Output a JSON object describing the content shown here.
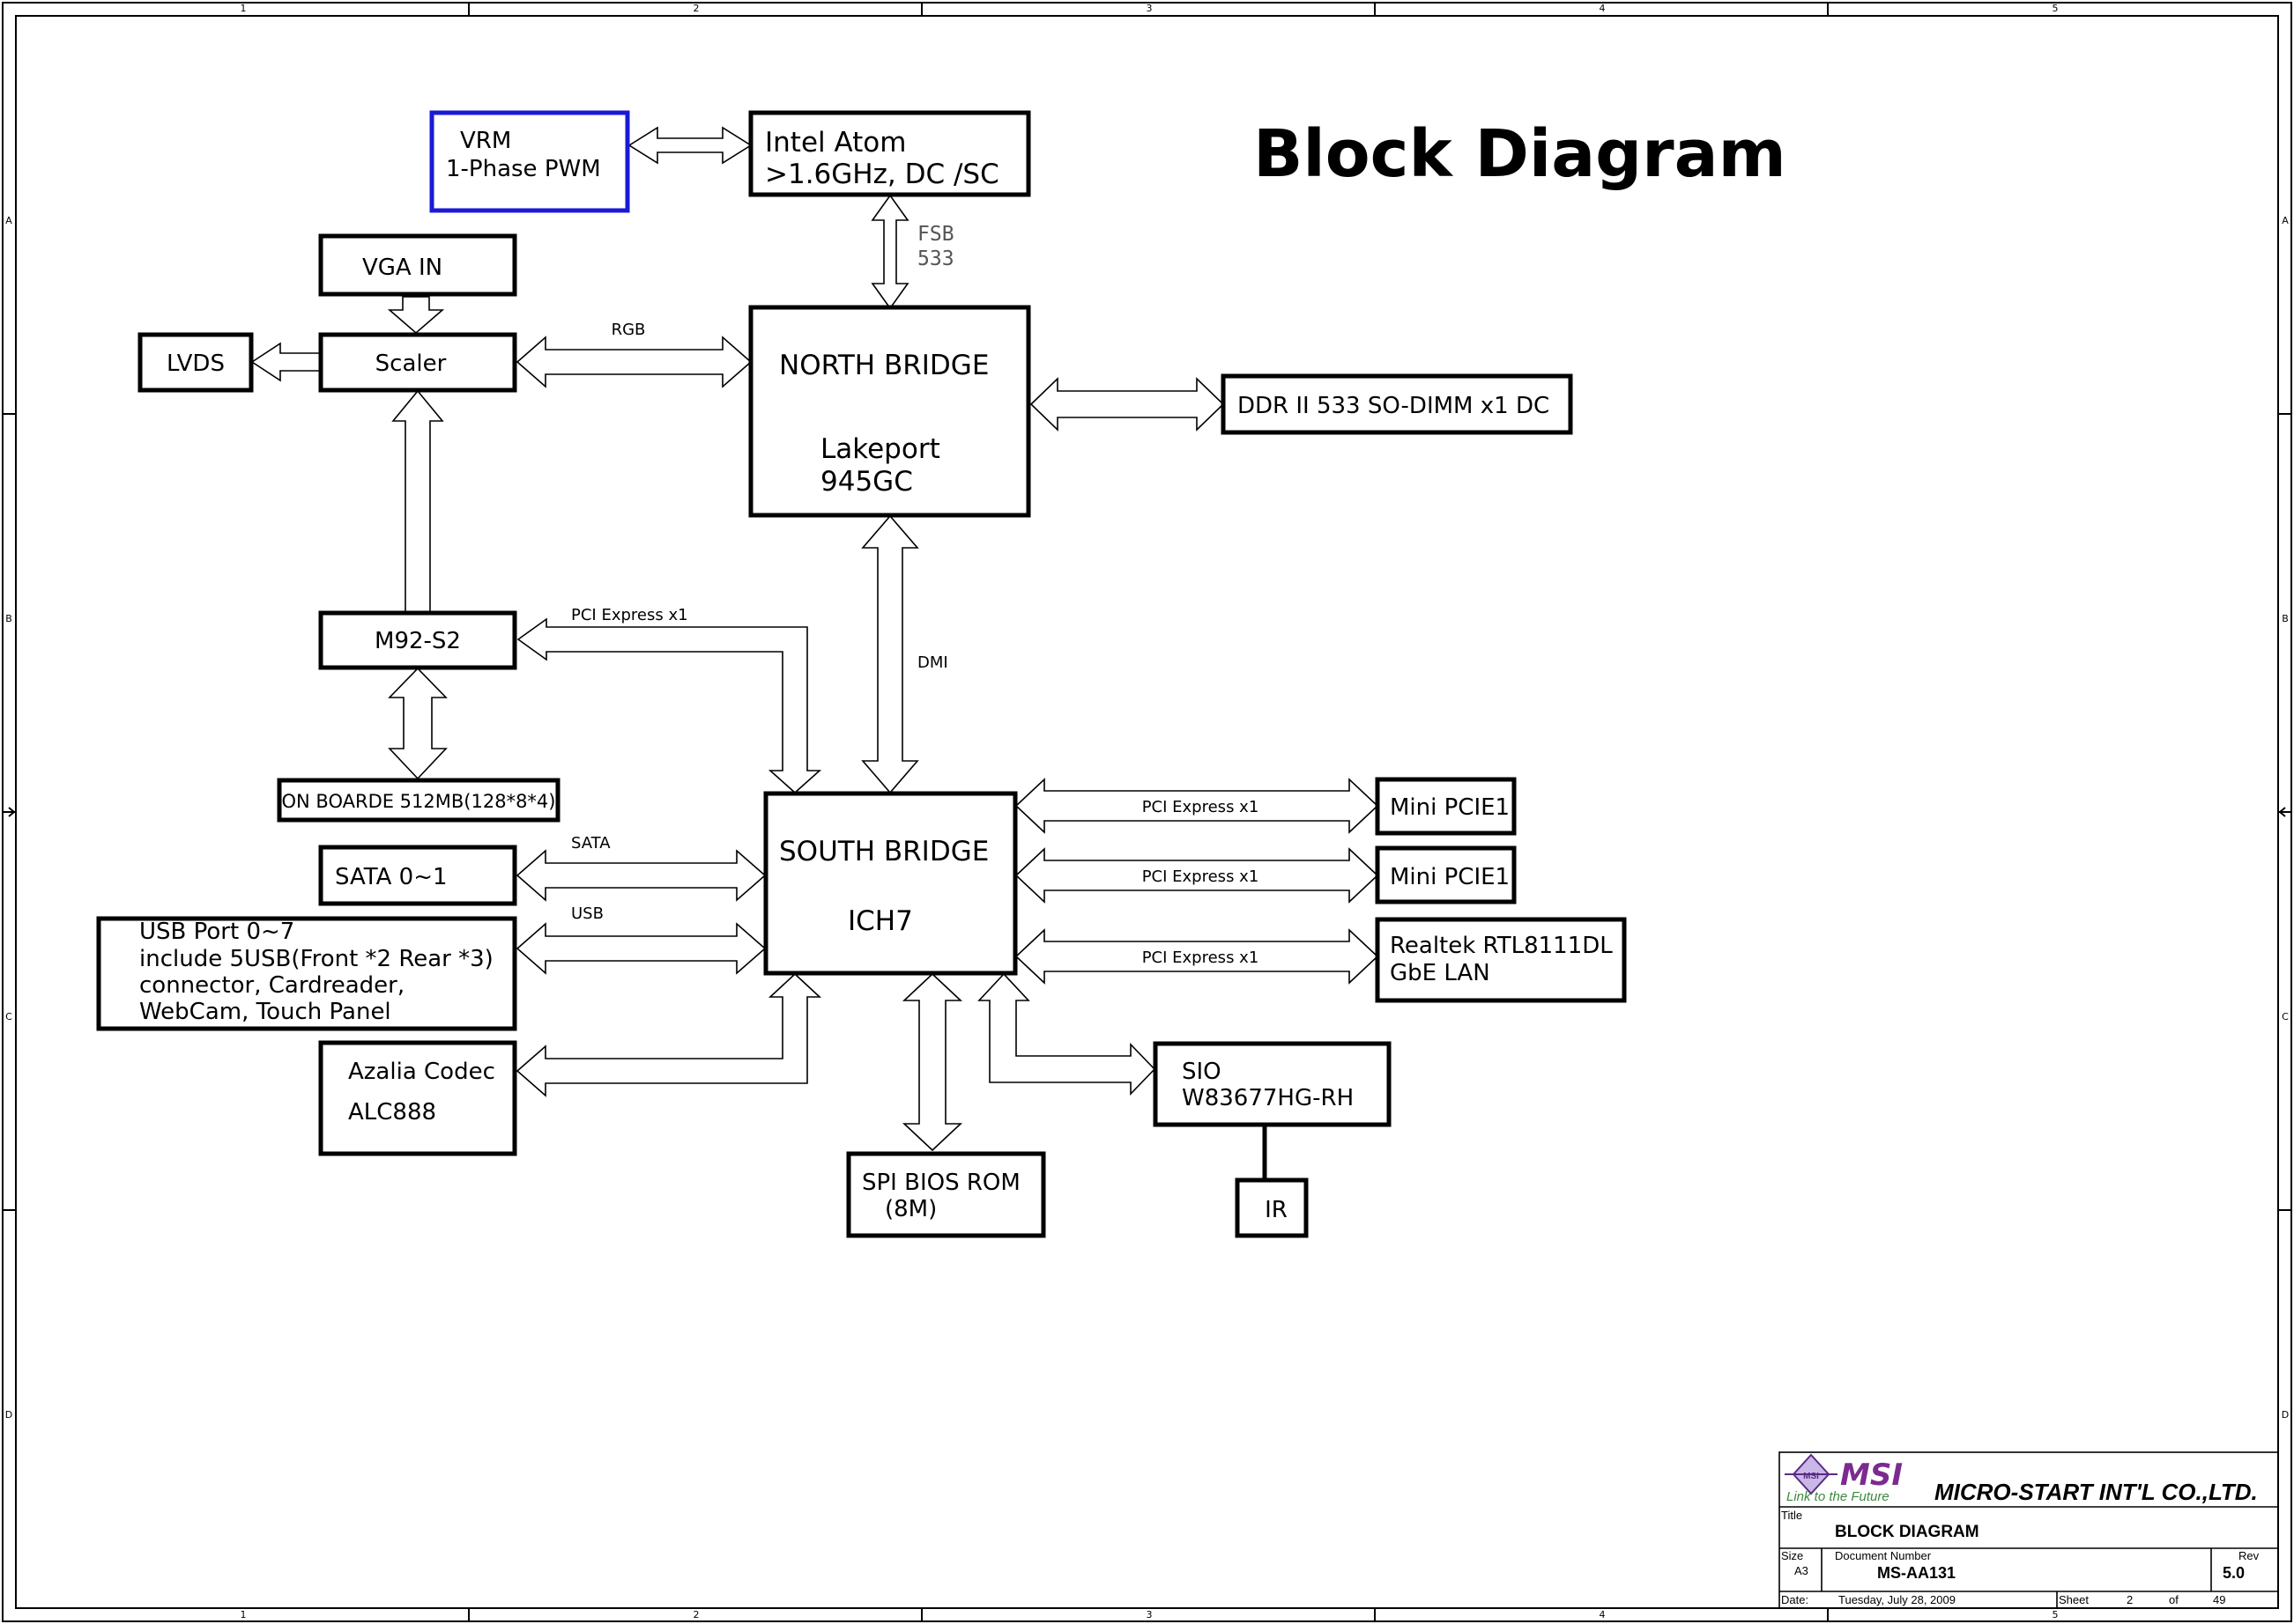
{
  "diagram_title": "Block Diagram",
  "frame": {
    "columns": [
      "1",
      "2",
      "3",
      "4",
      "5"
    ],
    "rows": [
      "A",
      "B",
      "C",
      "D"
    ]
  },
  "blocks": {
    "vrm": [
      "VRM",
      "1-Phase PWM"
    ],
    "cpu": [
      "Intel Atom",
      ">1.6GHz, DC /SC"
    ],
    "vga_in": "VGA IN",
    "lvds": "LVDS",
    "scaler": "Scaler",
    "north_bridge": [
      "NORTH BRIDGE",
      "Lakeport",
      "945GC"
    ],
    "ddr": "DDR II 533 SO-DIMM x1 DC",
    "m92": "M92-S2",
    "onboard_mem": "ON BOARDE 512MB(128*8*4)",
    "sata": "SATA 0~1",
    "usb": [
      "USB Port 0~7",
      "include 5USB(Front *2 Rear *3)",
      "connector, Cardreader,",
      "WebCam, Touch Panel"
    ],
    "azalia": [
      "Azalia Codec",
      "ALC888"
    ],
    "south_bridge": [
      "SOUTH BRIDGE",
      "ICH7"
    ],
    "mini_pcie_1": "Mini PCIE1",
    "mini_pcie_2": "Mini PCIE1",
    "lan": [
      "Realtek RTL8111DL",
      "GbE LAN"
    ],
    "sio": [
      "SIO",
      "W83677HG-RH"
    ],
    "spi": [
      "SPI BIOS ROM",
      "(8M)"
    ],
    "ir": "IR"
  },
  "bus_labels": {
    "fsb": [
      "FSB",
      "533"
    ],
    "rgb": "RGB",
    "pcie_m92": "PCI Express x1",
    "dmi": "DMI",
    "sata": "SATA",
    "usb": "USB",
    "pcie_1": "PCI Express x1",
    "pcie_2": "PCI Express x1",
    "pcie_3": "PCI Express x1"
  },
  "title_block": {
    "company": "MICRO-START INT'L CO.,LTD.",
    "logo_text": "MSI",
    "logo_slogan": "Link to the Future",
    "title_label": "Title",
    "title": "BLOCK DIAGRAM",
    "size_label": "Size",
    "size": "A3",
    "doc_label": "Document Number",
    "doc_number": "MS-AA131",
    "rev_label": "Rev",
    "rev": "5.0",
    "date_label": "Date:",
    "date": "Tuesday, July 28, 2009",
    "sheet_label": "Sheet",
    "sheet": "2",
    "of_label": "of",
    "total_sheets": "49"
  }
}
